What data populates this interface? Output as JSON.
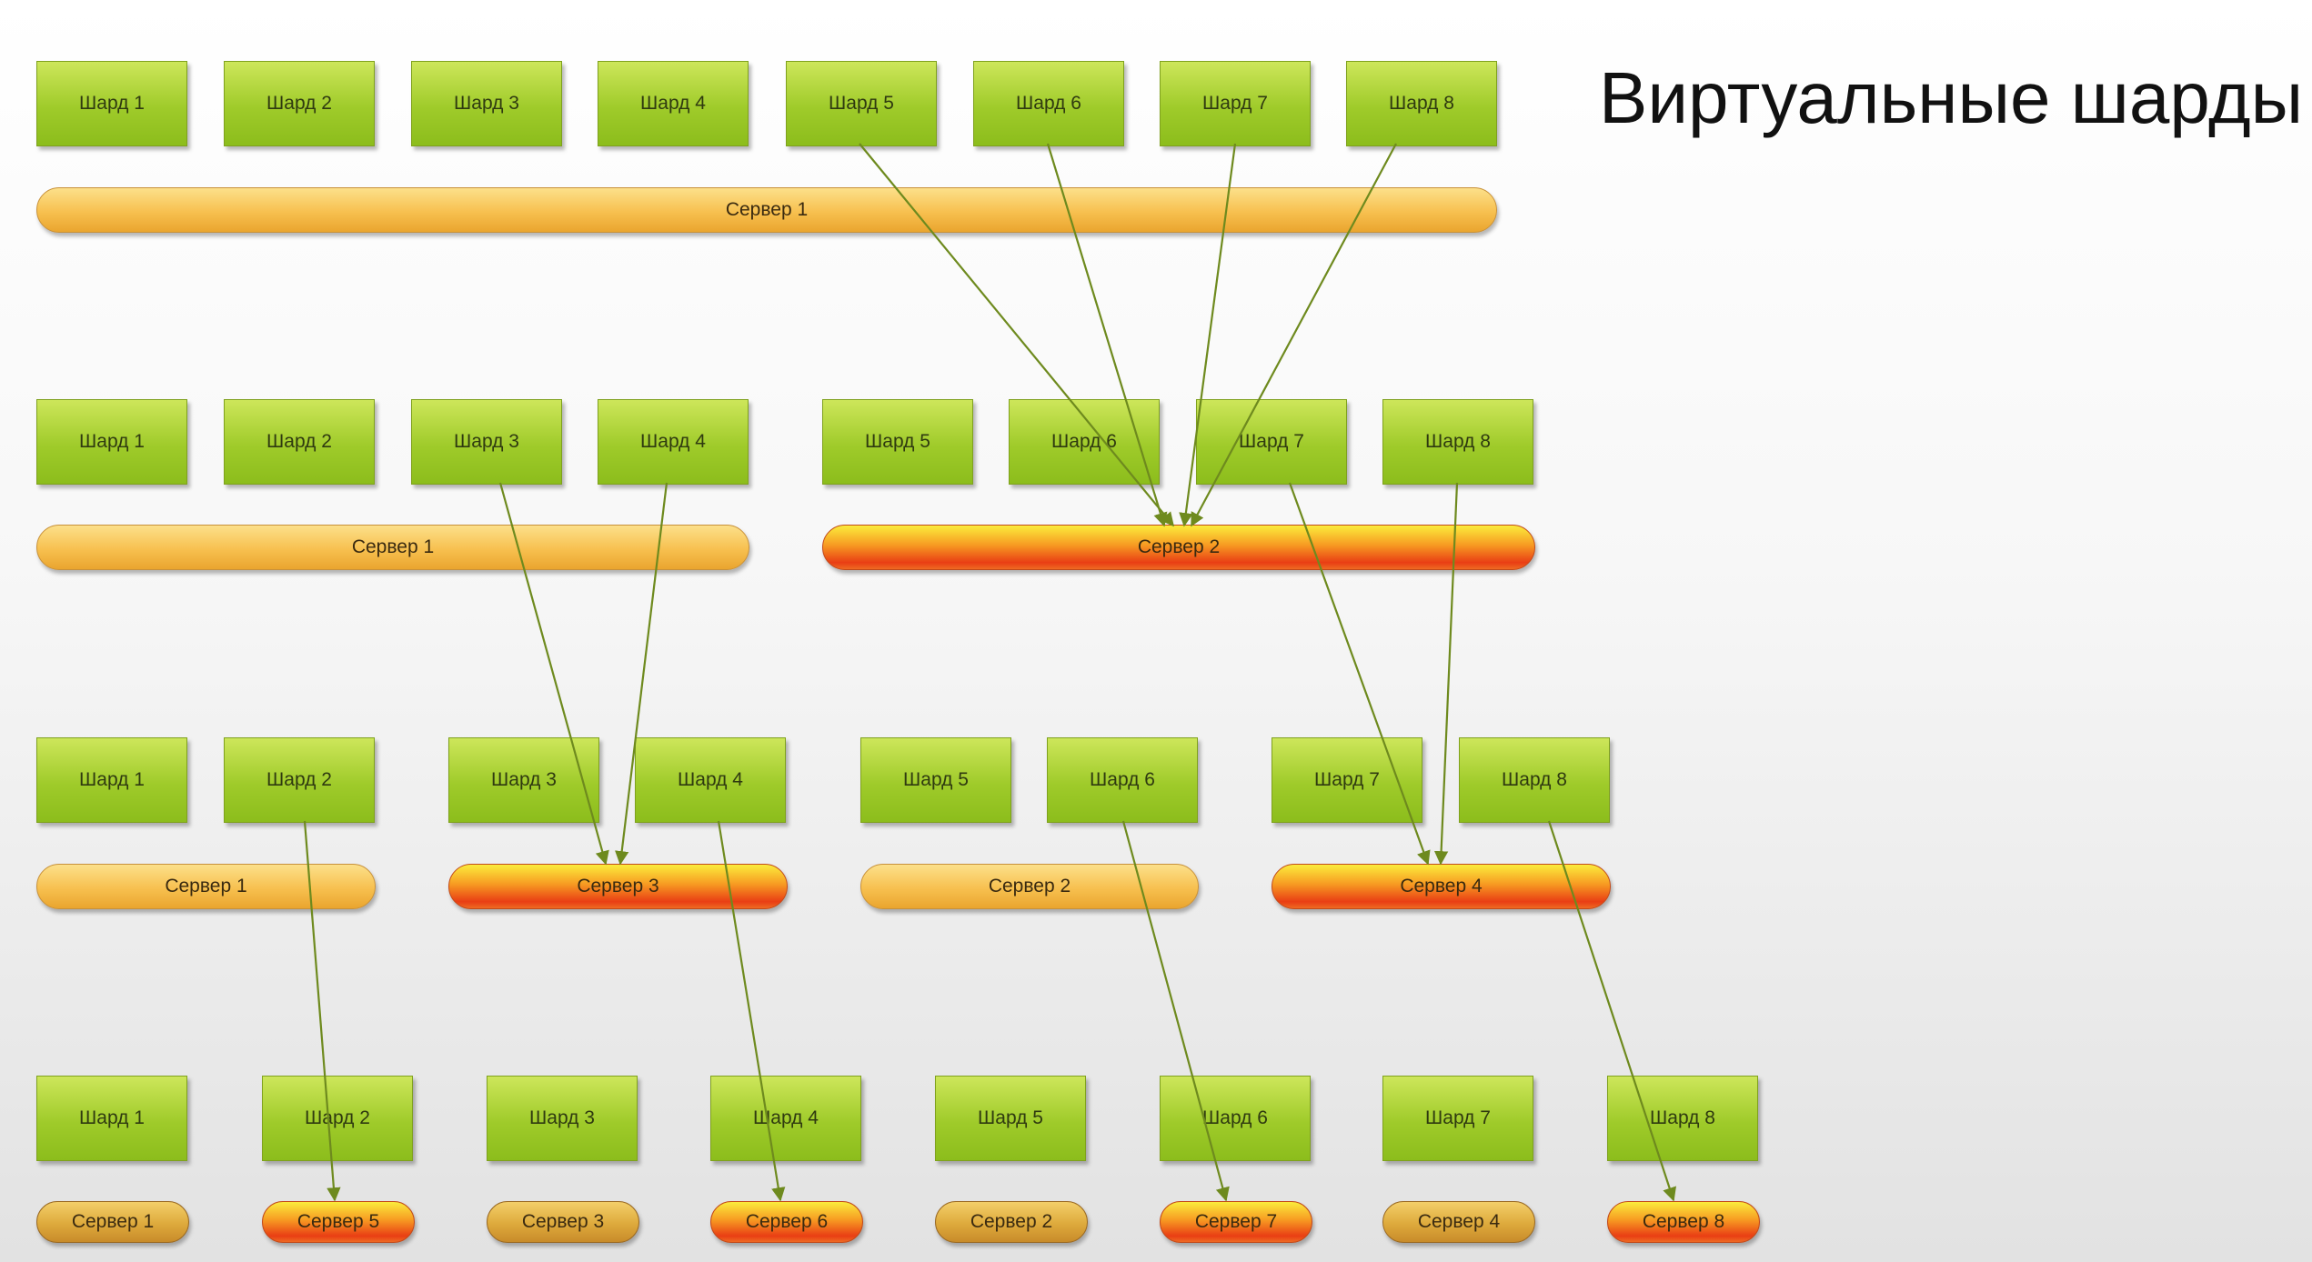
{
  "title": "Виртуальные шарды",
  "colors": {
    "shard": "#9fcb2a",
    "server_existing": "#f7c04f",
    "server_new": "#e93e14",
    "arrow": "#6e8a1e"
  },
  "rows": [
    {
      "shards": [
        "Шард 1",
        "Шард 2",
        "Шард 3",
        "Шард 4",
        "Шард 5",
        "Шард 6",
        "Шард 7",
        "Шард 8"
      ],
      "servers": [
        {
          "label": "Сервер 1",
          "kind": "old"
        }
      ]
    },
    {
      "shards": [
        "Шард 1",
        "Шард 2",
        "Шард 3",
        "Шард 4",
        "Шард 5",
        "Шард 6",
        "Шард 7",
        "Шард 8"
      ],
      "servers": [
        {
          "label": "Сервер 1",
          "kind": "old"
        },
        {
          "label": "Сервер 2",
          "kind": "new"
        }
      ]
    },
    {
      "shards": [
        "Шард 1",
        "Шард 2",
        "Шард 3",
        "Шард 4",
        "Шард 5",
        "Шард 6",
        "Шард 7",
        "Шард 8"
      ],
      "servers": [
        {
          "label": "Сервер 1",
          "kind": "old"
        },
        {
          "label": "Сервер 3",
          "kind": "new"
        },
        {
          "label": "Сервер 2",
          "kind": "old"
        },
        {
          "label": "Сервер 4",
          "kind": "new"
        }
      ]
    },
    {
      "shards": [
        "Шард 1",
        "Шард 2",
        "Шард 3",
        "Шард 4",
        "Шард 5",
        "Шард 6",
        "Шард 7",
        "Шард 8"
      ],
      "servers": [
        {
          "label": "Сервер 1",
          "kind": "tiny"
        },
        {
          "label": "Сервер 5",
          "kind": "new"
        },
        {
          "label": "Сервер 3",
          "kind": "tiny"
        },
        {
          "label": "Сервер 6",
          "kind": "new"
        },
        {
          "label": "Сервер 2",
          "kind": "tiny"
        },
        {
          "label": "Сервер 7",
          "kind": "new"
        },
        {
          "label": "Сервер 4",
          "kind": "tiny"
        },
        {
          "label": "Сервер 8",
          "kind": "new"
        }
      ]
    }
  ],
  "migrations": [
    {
      "from": "Шард 5",
      "to": "Сервер 2"
    },
    {
      "from": "Шард 6",
      "to": "Сервер 2"
    },
    {
      "from": "Шард 7",
      "to": "Сервер 2"
    },
    {
      "from": "Шард 8",
      "to": "Сервер 2"
    },
    {
      "from": "Шард 3",
      "to": "Сервер 3"
    },
    {
      "from": "Шард 4",
      "to": "Сервер 3"
    },
    {
      "from": "Шард 7",
      "to": "Сервер 4"
    },
    {
      "from": "Шард 8",
      "to": "Сервер 4"
    },
    {
      "from": "Шард 2",
      "to": "Сервер 5"
    },
    {
      "from": "Шард 4",
      "to": "Сервер 6"
    },
    {
      "from": "Шард 6",
      "to": "Сервер 7"
    },
    {
      "from": "Шард 8",
      "to": "Сервер 8"
    }
  ]
}
